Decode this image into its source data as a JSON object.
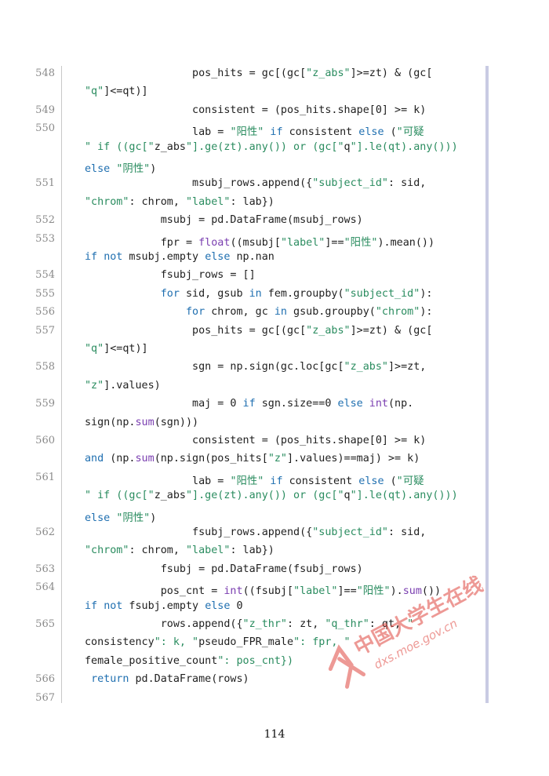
{
  "listing": {
    "lines": [
      {
        "num": "548",
        "rows": [
          "                 pos_hits = gc[(gc[\"z_abs\"]>=zt) & (gc[",
          "\"q\"]<=qt)]"
        ]
      },
      {
        "num": "549",
        "rows": [
          "                 consistent = (pos_hits.shape[0] >= k)"
        ]
      },
      {
        "num": "550",
        "rows": [
          "                 lab = \"阳性\" if consistent else (\"可疑",
          "\" if ((gc[\"z_abs\"].ge(zt).any()) or (gc[\"q\"].le(qt).any()))",
          "else \"阴性\")"
        ]
      },
      {
        "num": "551",
        "rows": [
          "                 msubj_rows.append({\"subject_id\": sid,",
          "\"chrom\": chrom, \"label\": lab})"
        ]
      },
      {
        "num": "552",
        "rows": [
          "            msubj = pd.DataFrame(msubj_rows)"
        ]
      },
      {
        "num": "553",
        "rows": [
          "            fpr = float((msubj[\"label\"]==\"阳性\").mean())",
          "if not msubj.empty else np.nan"
        ]
      },
      {
        "num": "554",
        "rows": [
          "            fsubj_rows = []"
        ]
      },
      {
        "num": "555",
        "rows": [
          "            for sid, gsub in fem.groupby(\"subject_id\"):"
        ]
      },
      {
        "num": "556",
        "rows": [
          "                for chrom, gc in gsub.groupby(\"chrom\"):"
        ]
      },
      {
        "num": "557",
        "rows": [
          "                 pos_hits = gc[(gc[\"z_abs\"]>=zt) & (gc[",
          "\"q\"]<=qt)]"
        ]
      },
      {
        "num": "558",
        "rows": [
          "                 sgn = np.sign(gc.loc[gc[\"z_abs\"]>=zt,",
          "\"z\"].values)"
        ]
      },
      {
        "num": "559",
        "rows": [
          "                 maj = 0 if sgn.size==0 else int(np.",
          "sign(np.sum(sgn)))"
        ]
      },
      {
        "num": "560",
        "rows": [
          "                 consistent = (pos_hits.shape[0] >= k)",
          "and (np.sum(np.sign(pos_hits[\"z\"].values)==maj) >= k)"
        ]
      },
      {
        "num": "561",
        "rows": [
          "                 lab = \"阳性\" if consistent else (\"可疑",
          "\" if ((gc[\"z_abs\"].ge(zt).any()) or (gc[\"q\"].le(qt).any()))",
          "else \"阴性\")"
        ]
      },
      {
        "num": "562",
        "rows": [
          "                 fsubj_rows.append({\"subject_id\": sid,",
          "\"chrom\": chrom, \"label\": lab})"
        ]
      },
      {
        "num": "563",
        "rows": [
          "            fsubj = pd.DataFrame(fsubj_rows)"
        ]
      },
      {
        "num": "564",
        "rows": [
          "            pos_cnt = int((fsubj[\"label\"]==\"阳性\").sum())",
          "if not fsubj.empty else 0"
        ]
      },
      {
        "num": "565",
        "rows": [
          "            rows.append({\"z_thr\": zt, \"q_thr\": qt, \"",
          "consistency\": k, \"pseudo_FPR_male\": fpr, \"",
          "female_positive_count\": pos_cnt})"
        ]
      },
      {
        "num": "566",
        "rows": [
          " return pd.DataFrame(rows)"
        ]
      },
      {
        "num": "567",
        "rows": [
          ""
        ]
      }
    ]
  },
  "footer": {
    "page_number": "114"
  },
  "watermark": {
    "text_cn": "中国大学生在线",
    "text_url": "dxs.moe.gov.cn"
  },
  "colors": {
    "keyword": "#1f6fb0",
    "string": "#2a8c5f",
    "builtin": "#7a3eb0",
    "text": "#1f1f1f",
    "line_number": "#8a8a8a",
    "watermark": "#e0463f"
  }
}
